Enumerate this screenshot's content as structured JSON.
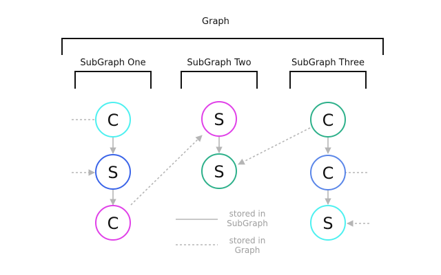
{
  "title": "Graph",
  "subgraphs": [
    {
      "label": "SubGraph One"
    },
    {
      "label": "SubGraph Two"
    },
    {
      "label": "SubGraph Three"
    }
  ],
  "nodes": [
    {
      "id": "one_c1",
      "label": "C",
      "color": "#4df0f0"
    },
    {
      "id": "one_s",
      "label": "S",
      "color": "#3a64e8"
    },
    {
      "id": "one_c2",
      "label": "C",
      "color": "#e040e8"
    },
    {
      "id": "two_s1",
      "label": "S",
      "color": "#e040e8"
    },
    {
      "id": "two_s2",
      "label": "S",
      "color": "#2db08a"
    },
    {
      "id": "three_c1",
      "label": "C",
      "color": "#2db08a"
    },
    {
      "id": "three_c2",
      "label": "C",
      "color": "#5a86e8"
    },
    {
      "id": "three_s",
      "label": "S",
      "color": "#4df0f0"
    }
  ],
  "legend": {
    "solid_line1": "stored in",
    "solid_line2": "SubGraph",
    "dashed_line1": "stored in",
    "dashed_line2": "Graph"
  },
  "colors": {
    "edge": "#b5b5b5",
    "bracket": "#111111",
    "legend_text": "#9e9e9e"
  }
}
